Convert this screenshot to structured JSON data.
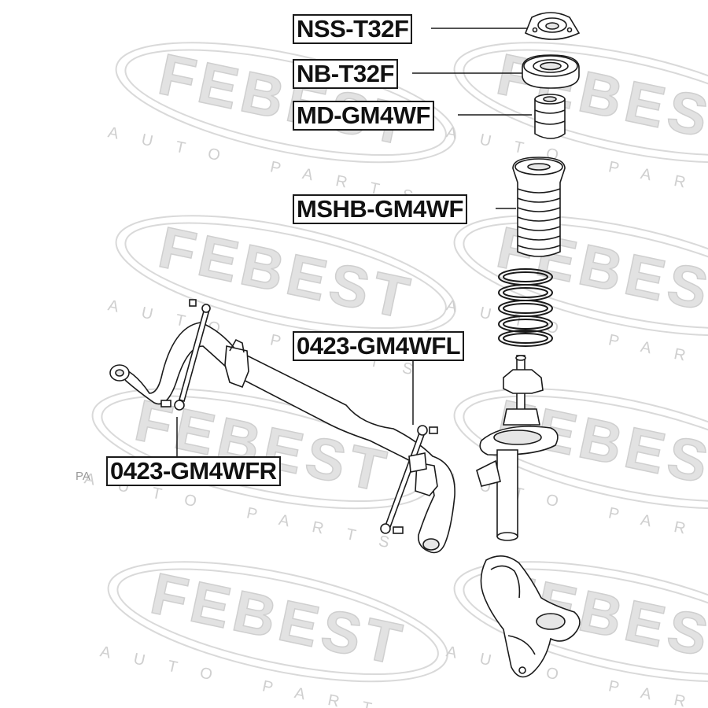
{
  "watermark": {
    "brand": "FEBEST",
    "tagline": "AUTO PARTS"
  },
  "edge_text": "PA",
  "labels": [
    {
      "id": "nss",
      "text": "NSS-T32F"
    },
    {
      "id": "nb",
      "text": "NB-T32F"
    },
    {
      "id": "md",
      "text": "MD-GM4WF"
    },
    {
      "id": "mshb",
      "text": "MSHB-GM4WF"
    },
    {
      "id": "link_l",
      "text": "0423-GM4WFL"
    },
    {
      "id": "link_r",
      "text": "0423-GM4WFR"
    }
  ],
  "colors": {
    "line": "#1a1a1a",
    "watermark": "#d9d9d9",
    "part_fill": "#ffffff",
    "part_shade": "#e6e6e6"
  },
  "icons": [
    "strut-mount-icon",
    "bearing-icon",
    "bump-stop-icon",
    "dust-boot-icon",
    "coil-spring-icon",
    "shock-absorber-icon",
    "steering-knuckle-icon",
    "stabilizer-bar-icon",
    "stabilizer-link-icon"
  ]
}
